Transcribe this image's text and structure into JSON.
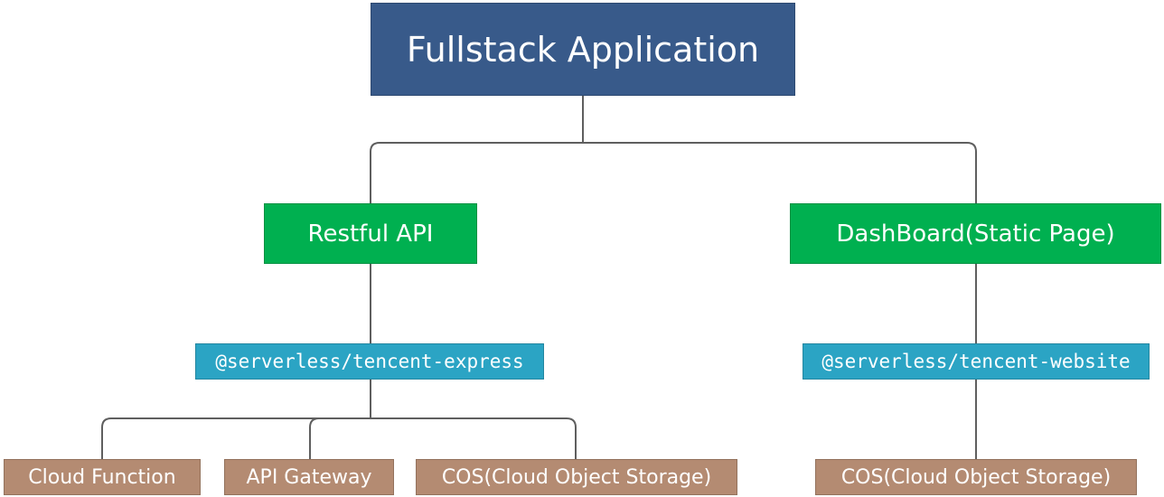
{
  "nodes": {
    "root": {
      "label": "Fullstack Application",
      "color": "#385a8a"
    },
    "restful_api": {
      "label": "Restful API",
      "color": "#00b050"
    },
    "dashboard": {
      "label": "DashBoard(Static Page)",
      "color": "#00b050"
    },
    "tencent_express": {
      "label": "@serverless/tencent-express",
      "color": "#2ba4c4"
    },
    "tencent_website": {
      "label": "@serverless/tencent-website",
      "color": "#2ba4c4"
    },
    "cloud_function": {
      "label": "Cloud Function",
      "color": "#b48b72"
    },
    "api_gateway": {
      "label": "API Gateway",
      "color": "#b48b72"
    },
    "cos_express": {
      "label": "COS(Cloud Object Storage)",
      "color": "#b48b72"
    },
    "cos_website": {
      "label": "COS(Cloud Object Storage)",
      "color": "#b48b72"
    }
  },
  "edges": [
    {
      "from": "root",
      "to": "restful_api"
    },
    {
      "from": "root",
      "to": "dashboard"
    },
    {
      "from": "restful_api",
      "to": "tencent_express"
    },
    {
      "from": "dashboard",
      "to": "tencent_website"
    },
    {
      "from": "tencent_express",
      "to": "cloud_function"
    },
    {
      "from": "tencent_express",
      "to": "api_gateway"
    },
    {
      "from": "tencent_express",
      "to": "cos_express"
    },
    {
      "from": "tencent_website",
      "to": "cos_website"
    }
  ],
  "line_color": "#5f5f5f"
}
